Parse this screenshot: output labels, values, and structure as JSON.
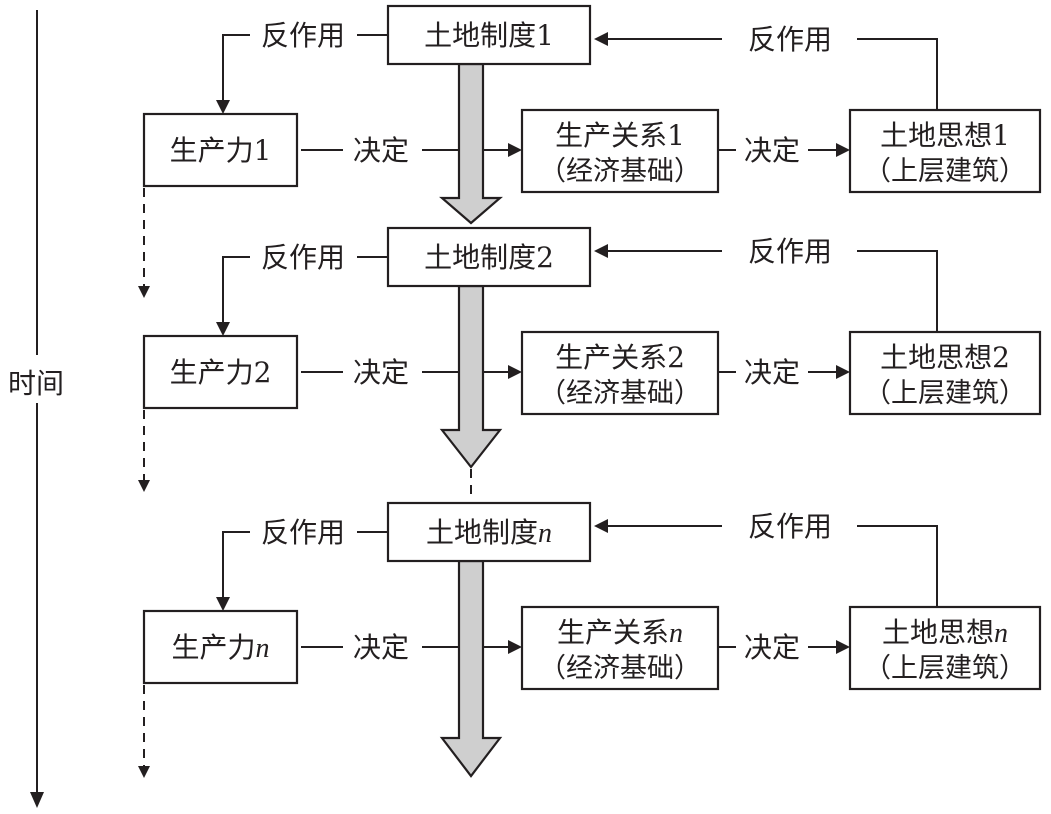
{
  "diagram": {
    "axis_label": "时间",
    "colors": {
      "stroke": "#231f20",
      "big_arrow_fill": "#cfcfcf",
      "box_fill": "#ffffff"
    },
    "edge_labels": {
      "feedback": "反作用",
      "determines": "决定"
    },
    "stages": [
      {
        "index": "1",
        "land_system": "土地制度",
        "productivity": "生产力",
        "production_relations": "生产关系",
        "production_relations_sub": "（经济基础）",
        "land_thought": "土地思想",
        "land_thought_sub": "（上层建筑）",
        "index_italic": false
      },
      {
        "index": "2",
        "land_system": "土地制度",
        "productivity": "生产力",
        "production_relations": "生产关系",
        "production_relations_sub": "（经济基础）",
        "land_thought": "土地思想",
        "land_thought_sub": "（上层建筑）",
        "index_italic": false
      },
      {
        "index": "n",
        "land_system": "土地制度",
        "productivity": "生产力",
        "production_relations": "生产关系",
        "production_relations_sub": "（经济基础）",
        "land_thought": "土地思想",
        "land_thought_sub": "（上层建筑）",
        "index_italic": true
      }
    ]
  }
}
